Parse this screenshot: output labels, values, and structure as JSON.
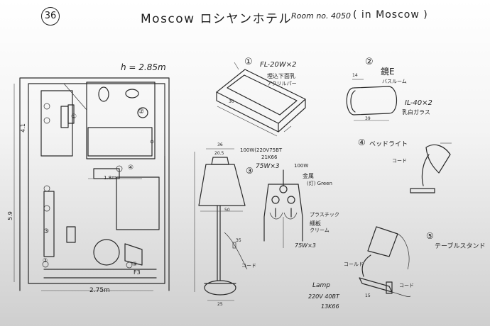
{
  "header": {
    "page_number": "36",
    "hotel": "Moscow ロシヤンホテル",
    "room": "Room no. 4050",
    "location": "( in Moscow )"
  },
  "plan": {
    "ceiling_height": "h = 2.85m",
    "width": "2.75m",
    "depth": "5.9",
    "left_depth": "4.1",
    "bath_dim": "1.8m",
    "keys": [
      "①",
      "②",
      "④",
      "③",
      "③",
      "③",
      "F3"
    ]
  },
  "fixtures": {
    "f1": {
      "num": "①",
      "spec": "FL-20W×2",
      "notes": [
        "埋込下面乳",
        "アクリルパー"
      ],
      "dim": "30"
    },
    "f2": {
      "num": "②",
      "title": "鏡E",
      "sub": "バスルーム",
      "spec": "IL-40×2",
      "glass": "乳白ガラス",
      "dims": [
        "14",
        "39"
      ]
    },
    "f3": {
      "num": "③",
      "spec": "75W×3",
      "bulb": "100W(220V75BT",
      "bulb2": "21K66",
      "top_w": "100W",
      "metal": "金属",
      "color": "(灯) Green",
      "plastic": "プラスチック",
      "fine_board": "細板",
      "cream": "クリーム",
      "bottom": "75W×3",
      "dims": [
        "36",
        "20.5",
        "50",
        "35",
        "25"
      ],
      "cord": "コード",
      "lamp_label": "Lamp",
      "lamp_spec": "220V 40BT",
      "lamp_code": "13K66"
    },
    "f4": {
      "num": "④",
      "title": "ベッドライト",
      "cord": "コード"
    },
    "f5": {
      "num": "⑤",
      "title": "テーブルスタンド",
      "cord": "コード",
      "cord2": "コールド",
      "dim": "15"
    }
  }
}
